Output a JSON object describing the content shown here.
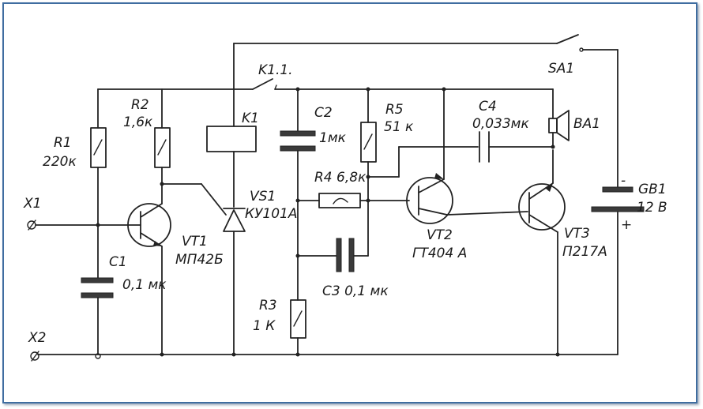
{
  "diagram": {
    "terminals": {
      "x1": "X1",
      "x2": "X2"
    },
    "r1": {
      "name": "R1",
      "value": "220к"
    },
    "r2": {
      "name": "R2",
      "value": "1,6к"
    },
    "r3": {
      "name": "R3",
      "value": "1 К"
    },
    "r4": {
      "name": "R4 6,8к"
    },
    "r5": {
      "name": "R5",
      "value": "51 к"
    },
    "c1": {
      "name": "C1",
      "value": "0,1 мк"
    },
    "c2": {
      "name": "C2",
      "value": "1мк"
    },
    "c3": {
      "name": "C3 0,1 мк"
    },
    "c4": {
      "name": "C4",
      "value": "0,033мк"
    },
    "k1": {
      "name": "K1"
    },
    "k11": {
      "name": "K1.1."
    },
    "sa1": {
      "name": "SA1"
    },
    "ba1": {
      "name": "BA1"
    },
    "gb1": {
      "name": "GB1",
      "value": "12 В",
      "minus": "-",
      "plus": "+"
    },
    "vs1": {
      "name": "VS1",
      "value": "КУ101А"
    },
    "vt1": {
      "name": "VT1",
      "value": "МП42Б"
    },
    "vt2": {
      "name": "VT2",
      "value": "ГТ404 А"
    },
    "vt3": {
      "name": "VT3",
      "value": "П217А"
    }
  }
}
